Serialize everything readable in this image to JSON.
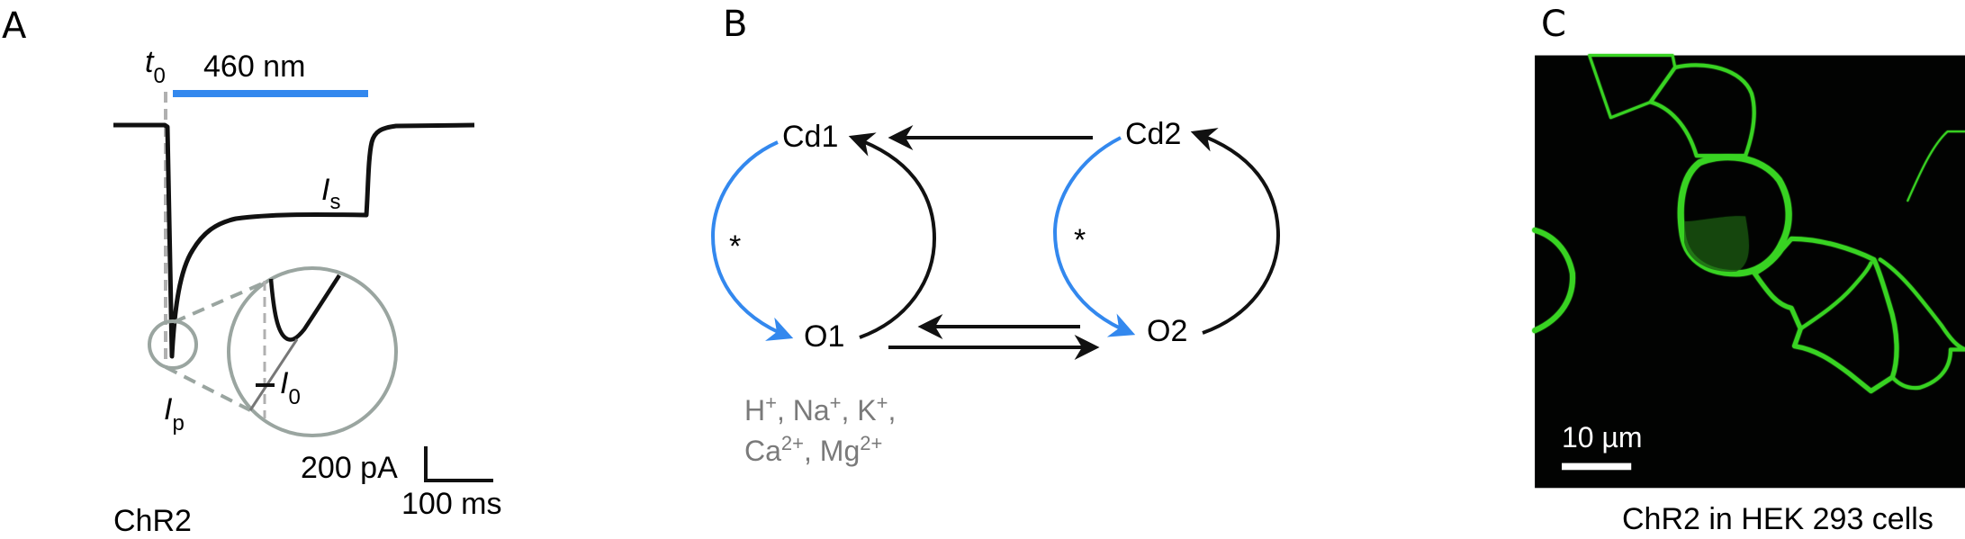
{
  "panels": {
    "a": {
      "label": "A",
      "t0": {
        "base": "t",
        "sub": "0"
      },
      "light_label": "460 nm",
      "is_label": {
        "base": "I",
        "sub": "s"
      },
      "ip_label": {
        "base": "I",
        "sub": "p"
      },
      "i0_label": {
        "base": "I",
        "sub": "0"
      },
      "scale_y": "200 pA",
      "scale_x": "100 ms",
      "caption": "ChR2"
    },
    "b": {
      "label": "B",
      "states": {
        "cd1": "Cd1",
        "cd2": "Cd2",
        "o1": "O1",
        "o2": "O2"
      },
      "light_marker": "*",
      "ions_line1": [
        {
          "base": "H",
          "sup": "+",
          "sep": ", "
        },
        {
          "base": "Na",
          "sup": "+",
          "sep": ", "
        },
        {
          "base": "K",
          "sup": "+",
          "sep": ","
        }
      ],
      "ions_line2": [
        {
          "base": "Ca",
          "sup": "2+",
          "sep": ", "
        },
        {
          "base": "Mg",
          "sup": "2+",
          "sep": ""
        }
      ]
    },
    "c": {
      "label": "C",
      "scale_bar": "10 µm",
      "caption": "ChR2 in HEK 293 cells"
    }
  },
  "colors": {
    "light": "#3388ee",
    "trace": "#111111",
    "guide": "#9aa5a0",
    "fluorescence": "#39d321",
    "ions": "#7a7a7a"
  }
}
